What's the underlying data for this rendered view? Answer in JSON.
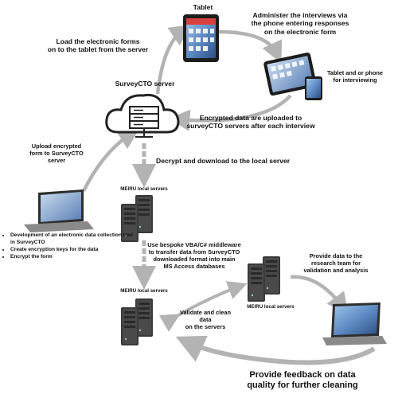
{
  "labels": {
    "tablet": "Tablet",
    "administer": [
      "Administer the interviews via",
      "the phone entering  responses",
      "on the electronic form"
    ],
    "load_forms": [
      "Load  the electronic forms",
      "on to the tablet from the server"
    ],
    "tablet_phone": [
      "Tablet and or phone",
      "for interviewing"
    ],
    "surveycto_server": "SurveyCTO server",
    "encrypted_uploaded": [
      "Encrypted data are uploaded to",
      "surveyCTO servers after each interview"
    ],
    "upload_encrypted": [
      "Upload  encrypted",
      "form to SurveyCTO",
      "server"
    ],
    "decrypt_download": "Decrypt and download to the local server",
    "meiru_local_1": "MEIRU local servers",
    "middleware": [
      "Use bespoke VBA/C# middleware",
      "to transfer data from SurveyCTO",
      "downloaded format  into main",
      "MS Access databases"
    ],
    "provide_data": [
      "Provide data to the",
      "research team for",
      "validation and analysis"
    ],
    "meiru_local_2": "MEIRU local servers",
    "meiru_local_3": "MEIRU local servers",
    "validate_clean": [
      "Validate and clean",
      "data",
      "on the servers"
    ],
    "feedback": [
      "Provide feedback on data",
      "quality for further cleaning"
    ]
  },
  "bullets": [
    "Development of an electronic data collection tool in SurveyCTO",
    "Create encryption keys for the data",
    "Encrypt the form"
  ],
  "icons": {
    "tablet": "tablet-icon",
    "devices": "tablet-and-phone-icon",
    "cloud_server": "cloud-server-icon",
    "laptop_left": "laptop-icon",
    "laptop_right": "laptop-icon",
    "server_1": "server-rack-icon",
    "server_2": "server-rack-icon",
    "server_3": "server-rack-icon"
  },
  "colors": {
    "arrow": "#b3b3b3",
    "text": "#111111",
    "server": "#3a3a3a"
  }
}
